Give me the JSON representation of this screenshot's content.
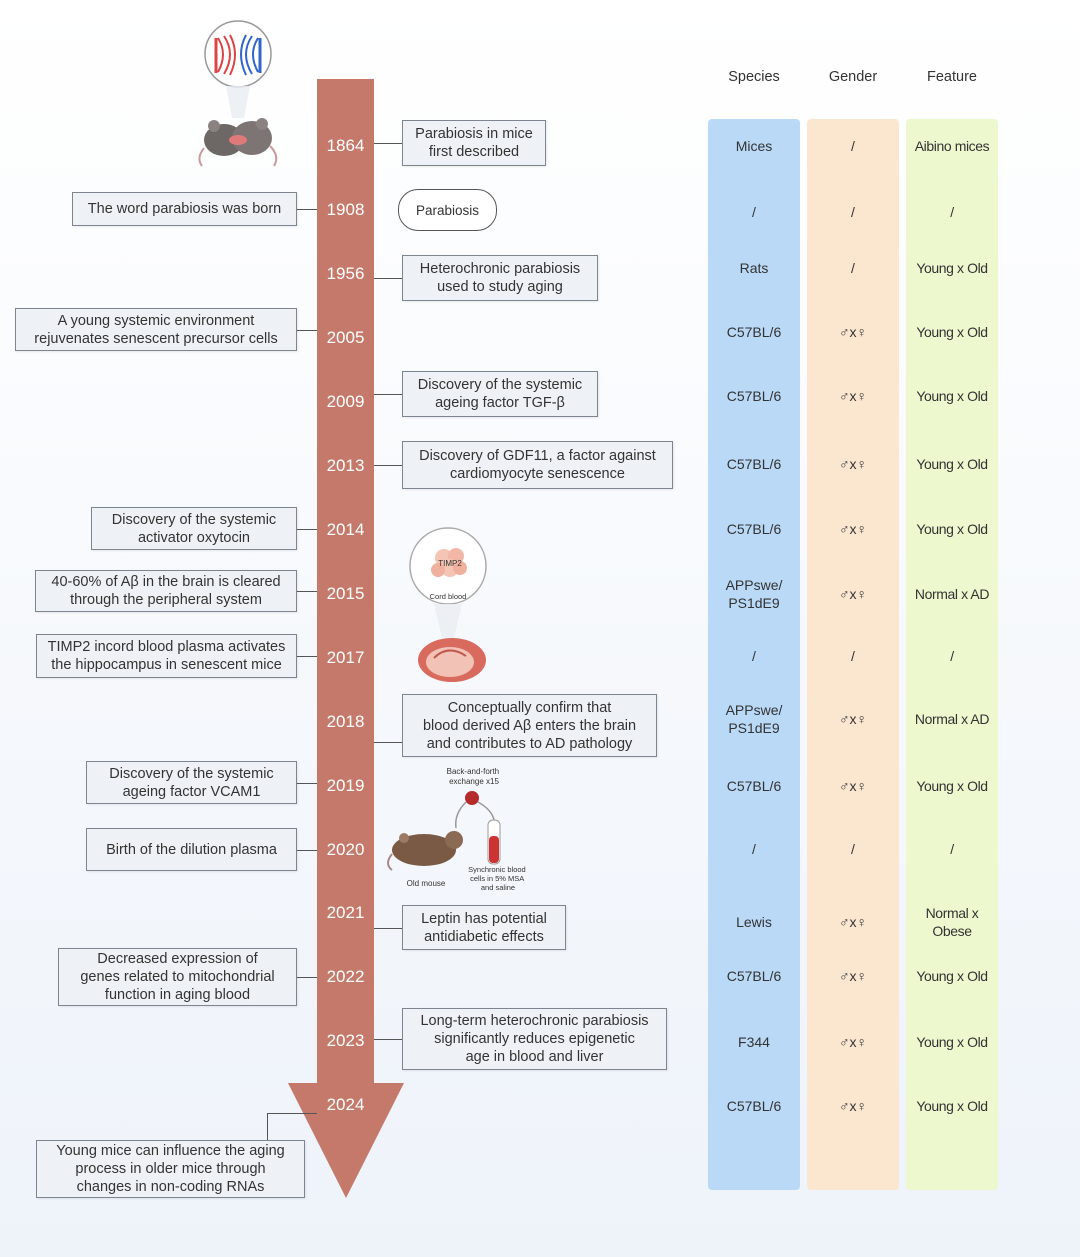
{
  "timeline": [
    {
      "year": "1864",
      "event": "Parabiosis in mice\nfirst described",
      "side": "right",
      "species": "Mices",
      "gender": "/",
      "feature": "Aibino mices"
    },
    {
      "year": "1908",
      "event": "The word parabiosis was born",
      "side": "left",
      "species": "/",
      "gender": "/",
      "feature": "/"
    },
    {
      "year": "1956",
      "event": "Heterochronic parabiosis\nused to study aging",
      "side": "right",
      "species": "Rats",
      "gender": "/",
      "feature": "Young x Old"
    },
    {
      "year": "2005",
      "event": "A young systemic environment\nrejuvenates senescent precursor cells",
      "side": "left",
      "species": "C57BL/6",
      "gender": "♂x♀",
      "feature": "Young x Old"
    },
    {
      "year": "2009",
      "event": "Discovery of the systemic\nageing factor TGF-β",
      "side": "right",
      "species": "C57BL/6",
      "gender": "♂x♀",
      "feature": "Young x Old"
    },
    {
      "year": "2013",
      "event": "Discovery of GDF11, a factor against\ncardiomyocyte senescence",
      "side": "right",
      "species": "C57BL/6",
      "gender": "♂x♀",
      "feature": "Young x Old"
    },
    {
      "year": "2014",
      "event": "Discovery of the systemic\nactivator oxytocin",
      "side": "left",
      "species": "C57BL/6",
      "gender": "♂x♀",
      "feature": "Young x Old"
    },
    {
      "year": "2015",
      "event": "40-60% of Aβ in the brain is cleared\nthrough the peripheral system",
      "side": "left",
      "species": "APPswe/\nPS1dE9",
      "gender": "♂x♀",
      "feature": "Normal x AD"
    },
    {
      "year": "2017",
      "event": "TIMP2 incord blood plasma activates\nthe hippocampus in senescent mice",
      "side": "left",
      "species": "/",
      "gender": "/",
      "feature": "/"
    },
    {
      "year": "2018",
      "event": "Conceptually confirm that\nblood derived Aβ enters the brain\nand contributes to AD pathology",
      "side": "right",
      "species": "APPswe/\nPS1dE9",
      "gender": "♂x♀",
      "feature": "Normal x AD"
    },
    {
      "year": "2019",
      "event": "Discovery of the systemic\nageing factor VCAM1",
      "side": "left",
      "species": "C57BL/6",
      "gender": "♂x♀",
      "feature": "Young x Old"
    },
    {
      "year": "2020",
      "event": "Birth of the dilution plasma",
      "side": "left",
      "species": "/",
      "gender": "/",
      "feature": "/"
    },
    {
      "year": "2021",
      "event": "Leptin has potential\nantidiabetic effects",
      "side": "right",
      "species": "Lewis",
      "gender": "♂x♀",
      "feature": "Normal x\nObese"
    },
    {
      "year": "2022",
      "event": "Decreased expression of\ngenes related to mitochondrial\nfunction in aging blood",
      "side": "left",
      "species": "C57BL/6",
      "gender": "♂x♀",
      "feature": "Young x Old"
    },
    {
      "year": "2023",
      "event": "Long-term heterochronic parabiosis\nsignificantly reduces epigenetic\nage in blood and liver",
      "side": "right",
      "species": "F344",
      "gender": "♂x♀",
      "feature": "Young x Old"
    },
    {
      "year": "2024",
      "event": "Young mice can influence the aging\nprocess in older mice through\nchanges in non-coding RNAs",
      "side": "left-bottom",
      "species": "C57BL/6",
      "gender": "♂x♀",
      "feature": "Young x Old"
    }
  ],
  "pill_label": "Parabiosis",
  "headers": {
    "species": "Species",
    "gender": "Gender",
    "feature": "Feature"
  },
  "illustrations": {
    "timp2_label": "TIMP2",
    "cord_blood_label": "Cord blood",
    "exchange_label": "Back-and-forth\nexchange x15",
    "old_mouse_label": "Old mouse",
    "sync_blood_label": "Synchronic blood\ncells in 5% MSA\nand saline"
  },
  "colors": {
    "timeline": "#c4796a",
    "species_col": "#b9d9f7",
    "gender_col": "#fbe6d0",
    "feature_col": "#eef8cf",
    "box_fill": "#eef2f7"
  }
}
